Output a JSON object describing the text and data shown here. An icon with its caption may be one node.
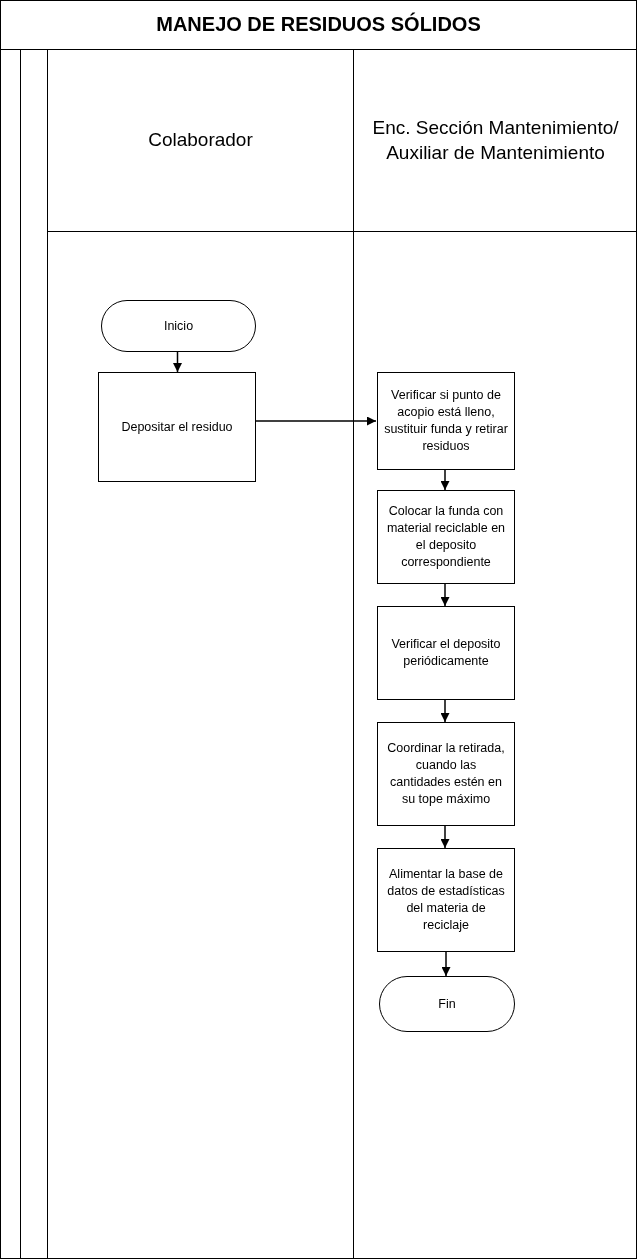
{
  "diagram": {
    "title": "MANEJO DE RESIDUOS SÓLIDOS",
    "nodes": [
      {
        "text": [
          "Colaborador"
        ]
      },
      {
        "text": [
          "Enc. Sección Mantenimiento/ Auxiliar de Mantenimiento"
        ]
      },
      {
        "text": [
          "Inicio"
        ],
        "in": 0
      },
      {
        "text": [
          "Depositar el residuo"
        ],
        "in": 0
      },
      {
        "text": [
          "Verificar si punto de acopio está lleno, sustituir funda y retirar residuos"
        ],
        "in": 1
      },
      {
        "text": [
          "Colocar la funda con material reciclable en el deposito correspondiente"
        ],
        "in": 1
      },
      {
        "text": [
          "Verificar el deposito periódicamente"
        ],
        "in": 1
      },
      {
        "text": [
          "Coordinar la retirada, cuando las cantidades estén en su tope máximo"
        ],
        "in": 1
      },
      {
        "text": [
          "Alimentar la base de datos de estadísticas del materia de reciclaje"
        ],
        "in": 1
      },
      {
        "text": [
          "Fin"
        ],
        "in": 1
      }
    ],
    "edges": [
      {
        "from": 2,
        "to": 3,
        "arrow": "to"
      },
      {
        "from": 3,
        "to": 4,
        "arrow": "to"
      },
      {
        "from": 4,
        "to": 5,
        "arrow": "to"
      },
      {
        "from": 5,
        "to": 6,
        "arrow": "to"
      },
      {
        "from": 6,
        "to": 7,
        "arrow": "to"
      },
      {
        "from": 7,
        "to": 8,
        "arrow": "to"
      },
      {
        "from": 8,
        "to": 9,
        "arrow": "to"
      }
    ]
  }
}
